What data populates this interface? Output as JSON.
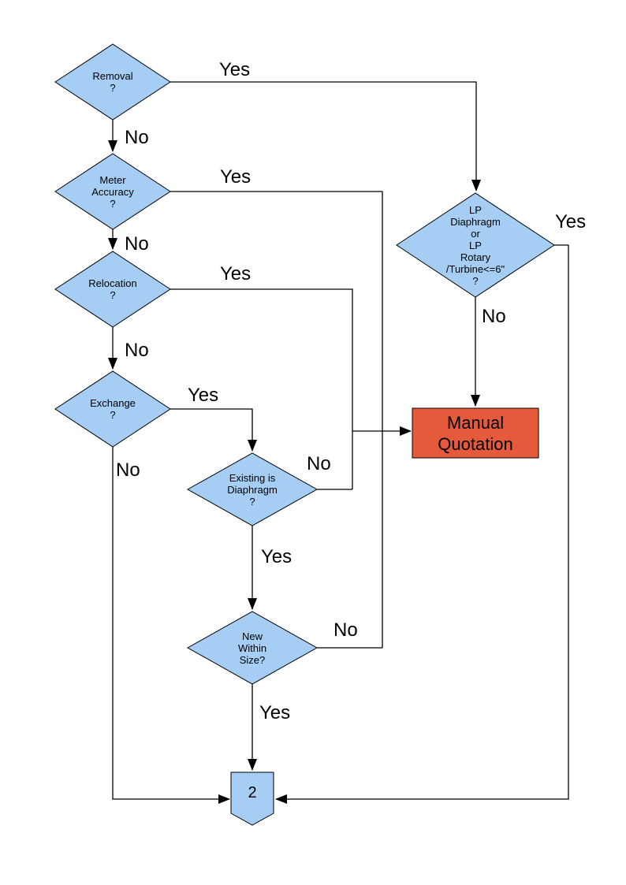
{
  "colors": {
    "decision_fill": "#A6CEF5",
    "action_fill": "#E65A3C",
    "connector_fill": "#A6CEF5",
    "stroke": "#000000",
    "background": "#FFFFFF"
  },
  "nodes": {
    "removal": {
      "type": "decision",
      "label": "Removal\n?"
    },
    "meter_accuracy": {
      "type": "decision",
      "label": "Meter\nAccuracy\n?"
    },
    "relocation": {
      "type": "decision",
      "label": "Relocation\n?"
    },
    "exchange": {
      "type": "decision",
      "label": "Exchange\n?"
    },
    "existing_is_diaphragm": {
      "type": "decision",
      "label": "Existing is\nDiaphragm\n?"
    },
    "new_within_size": {
      "type": "decision",
      "label": "New\nWithin\nSize?"
    },
    "lp_meter_type": {
      "type": "decision",
      "label": "LP\nDiaphragm\nor\nLP\nRotary\n/Turbine<=6\"\n?"
    },
    "manual_quotation": {
      "type": "process",
      "label": "Manual\nQuotation"
    },
    "connector_2": {
      "type": "off-page-connector",
      "label": "2"
    }
  },
  "edge_labels": {
    "removal_yes": "Yes",
    "removal_no": "No",
    "meter_accuracy_yes": "Yes",
    "meter_accuracy_no": "No",
    "relocation_yes": "Yes",
    "relocation_no": "No",
    "exchange_yes": "Yes",
    "exchange_no": "No",
    "existing_is_diaphragm_no": "No",
    "existing_is_diaphragm_yes": "Yes",
    "new_within_size_no": "No",
    "new_within_size_yes": "Yes",
    "lp_meter_type_yes": "Yes",
    "lp_meter_type_no": "No"
  }
}
